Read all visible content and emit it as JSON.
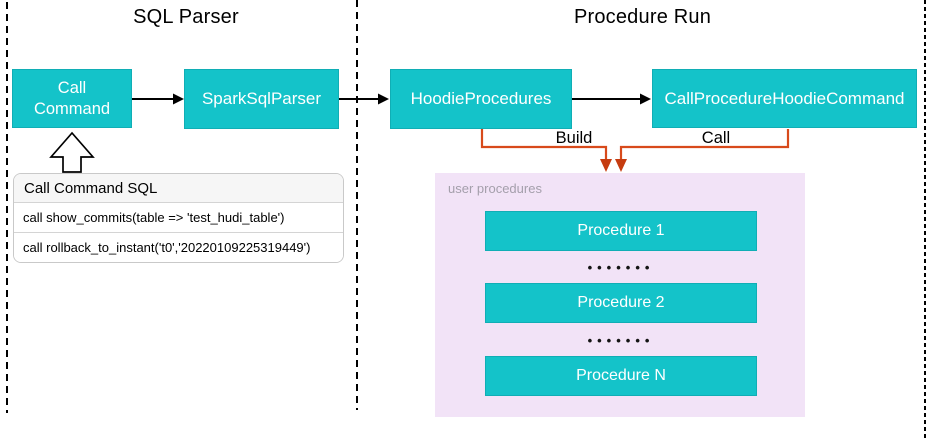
{
  "diagram": {
    "sections": {
      "sql_parser": {
        "title": "SQL Parser"
      },
      "procedure_run": {
        "title": "Procedure Run"
      }
    },
    "nodes": {
      "call_command": "Call Command",
      "spark_sql_parser": "SparkSqlParser",
      "hoodie_procedures": "HoodieProcedures",
      "call_procedure_hoodie_command": "CallProcedureHoodieCommand"
    },
    "edges": {
      "build_label": "Build",
      "call_label": "Call"
    },
    "sql_panel": {
      "title": "Call Command SQL",
      "rows": [
        "call show_commits(table => 'test_hudi_table')",
        "call rollback_to_instant('t0','20220109225319449')"
      ]
    },
    "user_procedures": {
      "label": "user procedures",
      "items": [
        "Procedure 1",
        "Procedure 2",
        "Procedure N"
      ],
      "ellipsis": "•••••••"
    },
    "colors": {
      "teal": "#14c3c9",
      "lavender": "#f2e3f7",
      "orange_connector": "#d84a1b",
      "arrow_black": "#000000"
    }
  }
}
